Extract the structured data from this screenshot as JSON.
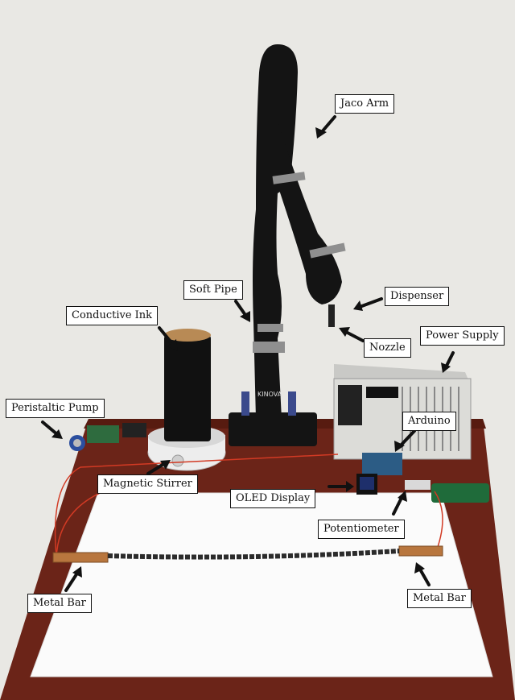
{
  "labels": {
    "jaco_arm": "Jaco Arm",
    "soft_pipe": "Soft Pipe",
    "dispenser": "Dispenser",
    "conductive_ink": "Conductive Ink",
    "power_supply": "Power Supply",
    "nozzle": "Nozzle",
    "peristaltic_pump": "Peristaltic Pump",
    "arduino": "Arduino",
    "magnetic_stirrer": "Magnetic Stirrer",
    "oled_display": "OLED Display",
    "potentiometer": "Potentiometer",
    "metal_bar_left": "Metal Bar",
    "metal_bar_right": "Metal Bar"
  },
  "device_text": {
    "robot_brand": "KINOVA"
  },
  "colors": {
    "wall": "#e9e8e4",
    "table_wood": "#6b2418",
    "paper": "#fbfbfb",
    "robot_black": "#141414",
    "robot_gray": "#8f8f8f",
    "copper": "#b8763e",
    "wire_red": "#d23a24"
  }
}
